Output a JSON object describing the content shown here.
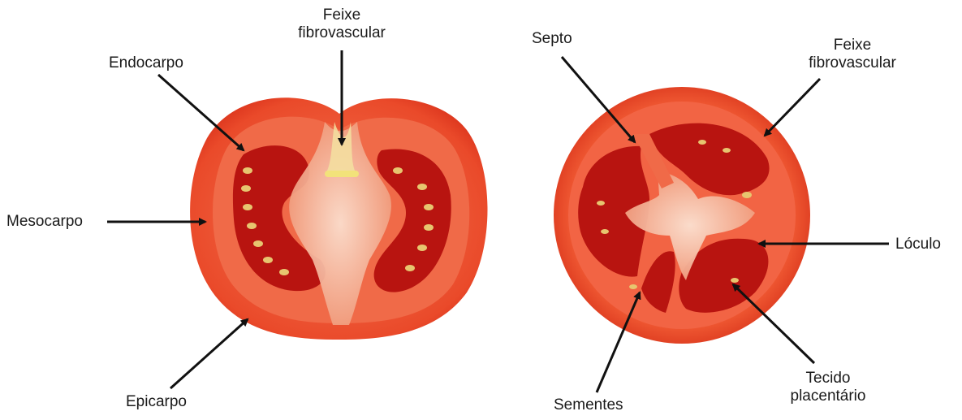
{
  "labels": {
    "left": {
      "feixe_line1": "Feixe",
      "feixe_line2": "fibrovascular",
      "endocarpo": "Endocarpo",
      "mesocarpo": "Mesocarpo",
      "epicarpo": "Epicarpo"
    },
    "right": {
      "septo": "Septo",
      "feixe_line1": "Feixe",
      "feixe_line2": "fibrovascular",
      "loculo": "Lóculo",
      "sementes": "Sementes",
      "tecido_line1": "Tecido",
      "tecido_line2": "placentário"
    }
  },
  "colors": {
    "skin": "#e8301c",
    "pericarp": "#f0603d",
    "locule": "#b5120c",
    "placenta": "#f4bfa8",
    "seed": "#e0c070",
    "arrow": "#111111"
  }
}
